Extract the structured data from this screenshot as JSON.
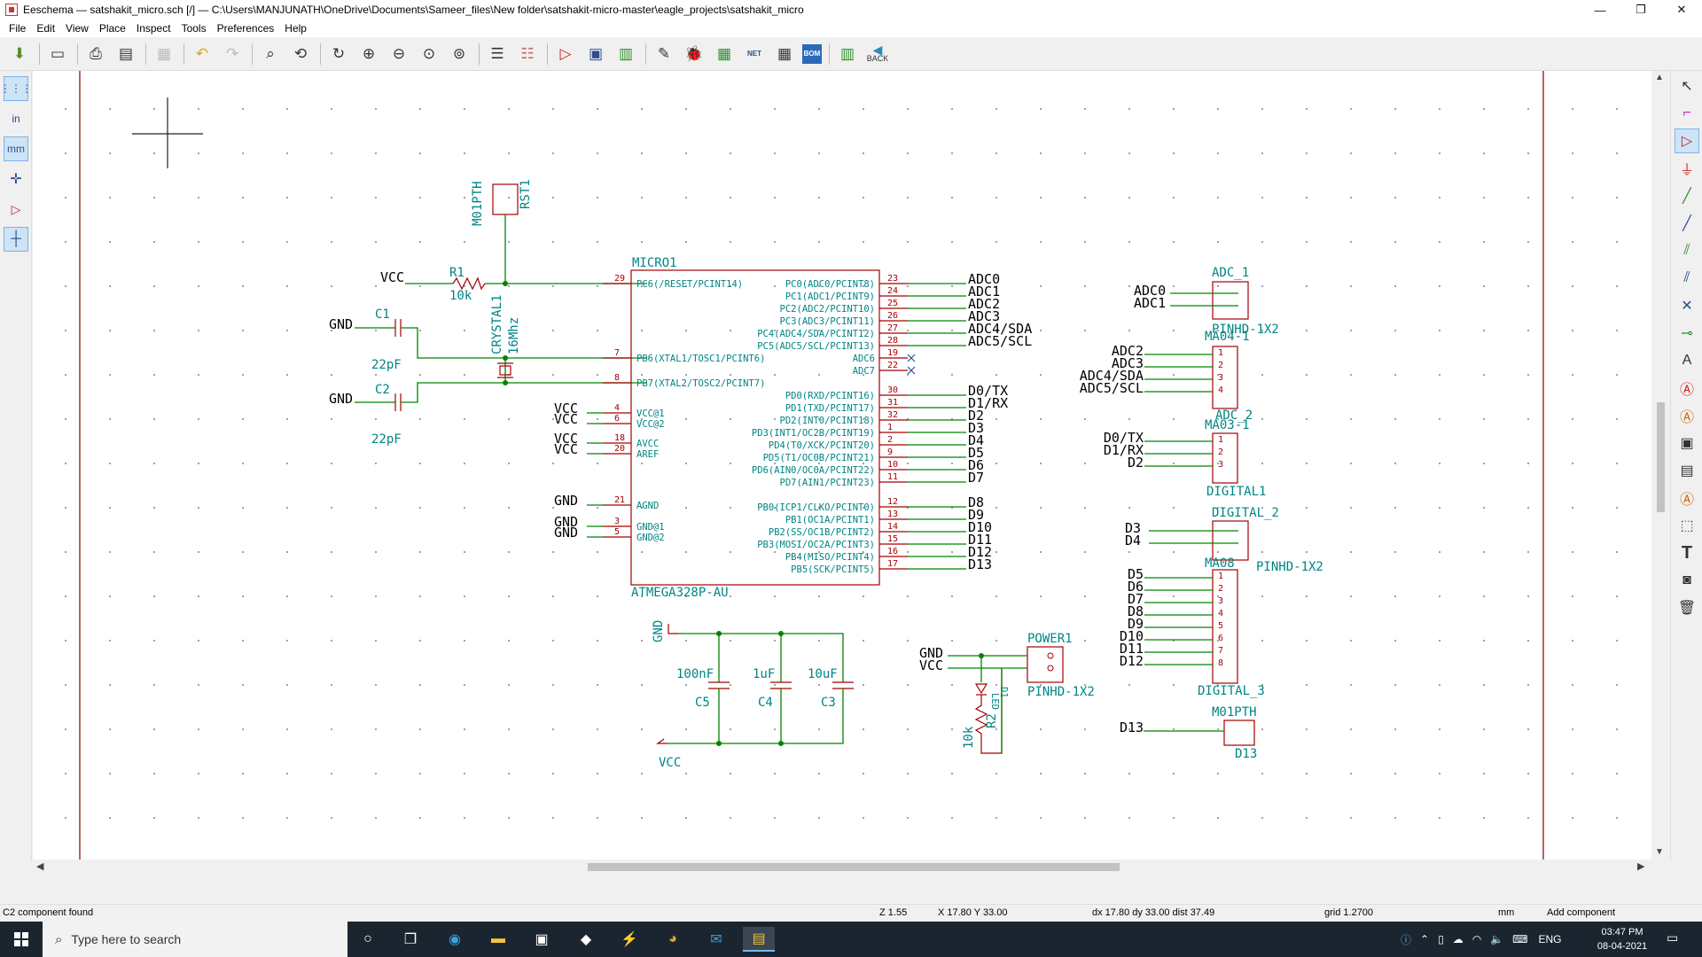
{
  "window": {
    "title": "Eeschema — satshakit_micro.sch [/] — C:\\Users\\MANJUNATH\\OneDrive\\Documents\\Sameer_files\\New folder\\satshakit-micro-master\\eagle_projects\\satshakit_micro",
    "controls": {
      "minimize": "—",
      "restore": "❐",
      "close": "✕"
    }
  },
  "menu": [
    "File",
    "Edit",
    "View",
    "Place",
    "Inspect",
    "Tools",
    "Preferences",
    "Help"
  ],
  "toolbar": {
    "icons": [
      "save-icon",
      "page-settings-icon",
      "print-icon",
      "plot-icon",
      "paste-icon",
      "undo-icon",
      "redo-icon",
      "find-icon",
      "find-replace-icon",
      "refresh-icon",
      "zoom-in-icon",
      "zoom-out-icon",
      "zoom-fit-icon",
      "zoom-selection-icon",
      "hierarchy-icon",
      "leave-sheet-icon",
      "symbol-editor-icon",
      "symbol-browser-icon",
      "footprint-editor-icon",
      "annotate-icon",
      "erc-icon",
      "assign-footprints-icon",
      "netlist-icon",
      "bom-table-icon",
      "bom-icon",
      "pcbnew-icon",
      "back-annotate-icon"
    ],
    "netlist_label": "NET",
    "bom_label": "BOM",
    "back_label": "BACK"
  },
  "left_toolbar": {
    "grid": "grid-icon",
    "inch": "in",
    "mm": "mm",
    "cursor": "cursor-icon",
    "hidden_pins": "hidden-pins-icon",
    "orth": "orthogonal-wire-icon"
  },
  "right_toolbar": [
    "select-icon",
    "highlight-net-icon",
    "add-symbol-icon",
    "add-power-icon",
    "add-wire-icon",
    "add-bus-icon",
    "wire-to-bus-icon",
    "bus-to-bus-icon",
    "no-connect-icon",
    "junction-icon",
    "net-label-icon",
    "global-label-icon",
    "hier-label-icon",
    "hier-sheet-icon",
    "import-sheet-pin-icon",
    "hier-pin-icon",
    "graphic-line-icon",
    "text-icon",
    "image-icon",
    "delete-icon"
  ],
  "schematic": {
    "rst": {
      "ref": "RST1",
      "val": "M01PTH"
    },
    "r1": {
      "ref": "R1",
      "val": "10k"
    },
    "vcc": "VCC",
    "gnd": "GND",
    "c1": {
      "ref": "C1",
      "val": "22pF"
    },
    "c2": {
      "ref": "C2",
      "val": "22pF"
    },
    "crystal": {
      "ref": "CRYSTAL1",
      "val": "16Mhz"
    },
    "mcu": {
      "ref": "MICRO1",
      "val": "ATMEGA328P-AU",
      "left_pins": [
        {
          "name": "PC6(/RESET/PCINT14)",
          "num": "29",
          "net": ""
        },
        {
          "name": "PB6(XTAL1/TOSC1/PCINT6)",
          "num": "7",
          "net": ""
        },
        {
          "name": "PB7(XTAL2/TOSC2/PCINT7)",
          "num": "8",
          "net": ""
        },
        {
          "name": "VCC@1",
          "num": "4",
          "net": "VCC"
        },
        {
          "name": "VCC@2",
          "num": "6",
          "net": "VCC"
        },
        {
          "name": "AVCC",
          "num": "18",
          "net": "VCC"
        },
        {
          "name": "AREF",
          "num": "20",
          "net": "VCC"
        },
        {
          "name": "AGND",
          "num": "21",
          "net": "GND"
        },
        {
          "name": "GND@1",
          "num": "3",
          "net": "GND"
        },
        {
          "name": "GND@2",
          "num": "5",
          "net": "GND"
        }
      ],
      "right_pins": [
        {
          "name": "PC0(ADC0/PCINT8)",
          "num": "23",
          "net": "ADC0"
        },
        {
          "name": "PC1(ADC1/PCINT9)",
          "num": "24",
          "net": "ADC1"
        },
        {
          "name": "PC2(ADC2/PCINT10)",
          "num": "25",
          "net": "ADC2"
        },
        {
          "name": "PC3(ADC3/PCINT11)",
          "num": "26",
          "net": "ADC3"
        },
        {
          "name": "PC4(ADC4/SDA/PCINT12)",
          "num": "27",
          "net": "ADC4/SDA"
        },
        {
          "name": "PC5(ADC5/SCL/PCINT13)",
          "num": "28",
          "net": "ADC5/SCL"
        },
        {
          "name": "ADC6",
          "num": "19",
          "net": ""
        },
        {
          "name": "ADC7",
          "num": "22",
          "net": ""
        },
        {
          "name": "PD0(RXD/PCINT16)",
          "num": "30",
          "net": "D0/TX"
        },
        {
          "name": "PD1(TXD/PCINT17)",
          "num": "31",
          "net": "D1/RX"
        },
        {
          "name": "PD2(INT0/PCINT18)",
          "num": "32",
          "net": "D2"
        },
        {
          "name": "PD3(INT1/OC2B/PCINT19)",
          "num": "1",
          "net": "D3"
        },
        {
          "name": "PD4(T0/XCK/PCINT20)",
          "num": "2",
          "net": "D4"
        },
        {
          "name": "PD5(T1/OC0B/PCINT21)",
          "num": "9",
          "net": "D5"
        },
        {
          "name": "PD6(AIN0/OC0A/PCINT22)",
          "num": "10",
          "net": "D6"
        },
        {
          "name": "PD7(AIN1/PCINT23)",
          "num": "11",
          "net": "D7"
        },
        {
          "name": "PB0(ICP1/CLKO/PCINT0)",
          "num": "12",
          "net": "D8"
        },
        {
          "name": "PB1(OC1A/PCINT1)",
          "num": "13",
          "net": "D9"
        },
        {
          "name": "PB2(SS/OC1B/PCINT2)",
          "num": "14",
          "net": "D10"
        },
        {
          "name": "PB3(MOSI/OC2A/PCINT3)",
          "num": "15",
          "net": "D11"
        },
        {
          "name": "PB4(MISO/PCINT4)",
          "num": "16",
          "net": "D12"
        },
        {
          "name": "PB5(SCK/PCINT5)",
          "num": "17",
          "net": "D13"
        }
      ]
    },
    "decoupling": [
      {
        "ref": "C5",
        "val": "100nF"
      },
      {
        "ref": "C4",
        "val": "1uF"
      },
      {
        "ref": "C3",
        "val": "10uF"
      }
    ],
    "power": {
      "ref": "POWER1",
      "val": "PINHD-1X2",
      "led_ref": "D1",
      "led_val": "LED",
      "r_ref": "R2",
      "r_val": "10k"
    },
    "connectors": {
      "adc1": {
        "ref": "ADC_1",
        "val": "PINHD-1X2",
        "nets": [
          "ADC0",
          "ADC1"
        ]
      },
      "adc2": {
        "ref": "ADC_2",
        "val": "MA04-1",
        "nets": [
          "ADC2",
          "ADC3",
          "ADC4/SDA",
          "ADC5/SCL"
        ],
        "pins": [
          "1",
          "2",
          "3",
          "4"
        ]
      },
      "digital1": {
        "ref": "DIGITAL1",
        "val": "MA03-1",
        "nets": [
          "D0/TX",
          "D1/RX",
          "D2"
        ],
        "pins": [
          "1",
          "2",
          "3"
        ]
      },
      "digital2": {
        "ref": "DIGITAL_2",
        "val": "PINHD-1X2",
        "nets": [
          "D3",
          "D4"
        ]
      },
      "digital3": {
        "ref": "DIGITAL_3",
        "val": "MA08",
        "nets": [
          "D5",
          "D6",
          "D7",
          "D8",
          "D9",
          "D10",
          "D11",
          "D12"
        ],
        "pins": [
          "1",
          "2",
          "3",
          "4",
          "5",
          "6",
          "7",
          "8"
        ]
      },
      "d13": {
        "ref": "D13",
        "val": "M01PTH",
        "nets": [
          "D13"
        ]
      }
    }
  },
  "status": {
    "message": "C2 component found",
    "zoom": "Z 1.55",
    "xy": "X 17.80  Y 33.00",
    "delta": "dx 17.80  dy 33.00  dist 37.49",
    "grid": "grid 1.2700",
    "units": "mm",
    "mode": "Add component"
  },
  "taskbar": {
    "search_placeholder": "Type here to search",
    "apps": [
      "cortana-icon",
      "task-view-icon",
      "edge-icon",
      "file-explorer-icon",
      "store-icon",
      "dropbox-icon",
      "vscode-icon",
      "chrome-icon",
      "mail-icon",
      "eeschema-icon"
    ],
    "lang": "ENG",
    "time": "03:47 PM",
    "date": "08-04-2021"
  }
}
